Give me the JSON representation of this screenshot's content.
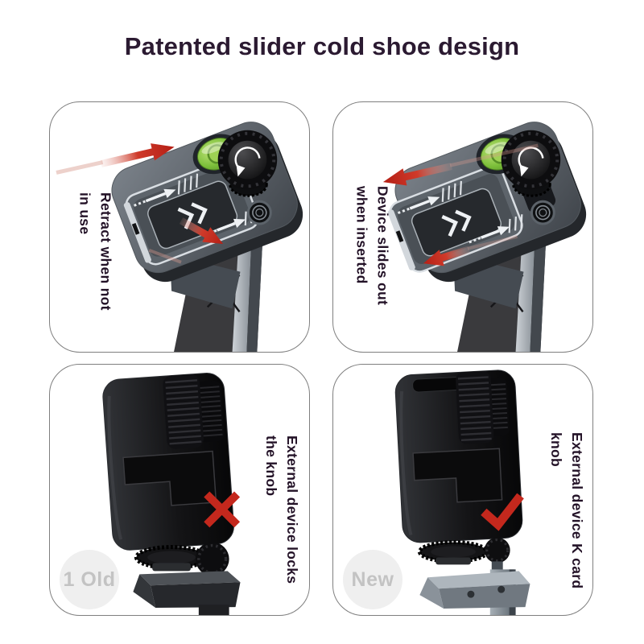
{
  "title": "Patented slider cold shoe design",
  "cards": {
    "top_left": {
      "label": "Retract when not\nin use"
    },
    "top_right": {
      "label": "Device slides out\nwhen inserted"
    },
    "bottom_left": {
      "label": "External device locks\nthe knob",
      "badge": "1 Old"
    },
    "bottom_right": {
      "label": "External device K card\nknob",
      "badge": "New"
    }
  },
  "icons": {
    "slide_arrows": "red-slide-direction-arrows",
    "knob_rotation": "knob-rotation-arrow",
    "bubble_level": "bubble-level",
    "cross": "red-cross-icon",
    "check": "red-check-icon"
  },
  "colors": {
    "accent_red": "#c4281d",
    "level_green": "#7cbf3a",
    "title_text": "#2b1a31",
    "label_text": "#231227",
    "badge_bg": "#efefef",
    "badge_text": "#c3c3c3",
    "card_border": "#7f7f7f"
  }
}
